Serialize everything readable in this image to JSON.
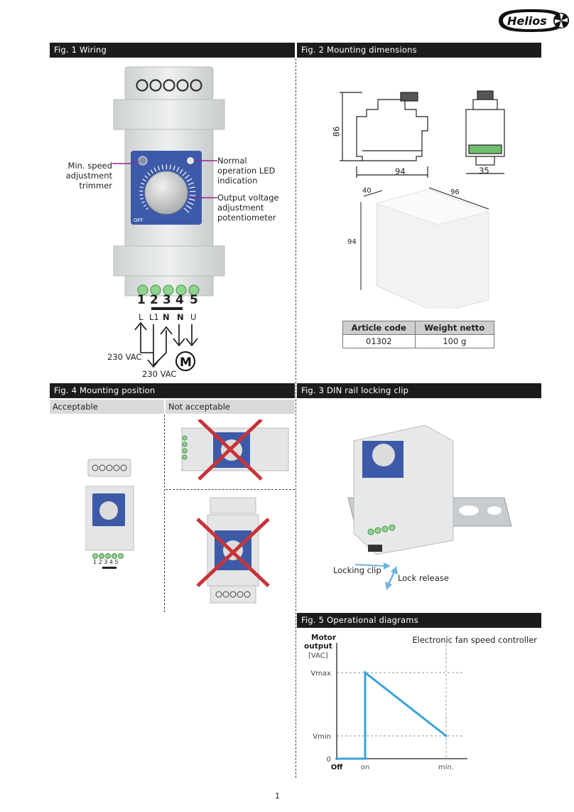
{
  "brand": "Helios",
  "figs": {
    "fig1": "Fig. 1 Wiring",
    "fig2": "Fig. 2 Mounting dimensions",
    "fig3": "Fig. 3 DIN rail locking clip",
    "fig4": "Fig. 4 Mounting position",
    "fig5": "Fig. 5 Operational diagrams"
  },
  "wiring": {
    "min_speed": [
      "Min. speed",
      "adjustment",
      "trimmer"
    ],
    "led": [
      "Normal",
      "operation LED",
      "indication"
    ],
    "pot": [
      "Output voltage",
      "adjustment",
      "potentiometer"
    ],
    "dial_off": "OFF",
    "terminals": [
      "1",
      "2",
      "3",
      "4",
      "5"
    ],
    "terminal_letters": [
      "L",
      "L1",
      "N",
      "N",
      "U"
    ],
    "supply_1": "230 VAC",
    "supply_2": "230 VAC",
    "motor": "M"
  },
  "dimensions": {
    "height": "86",
    "width": "94",
    "depth_side": "35",
    "box_depth": "40",
    "box_width": "96",
    "box_height": "94"
  },
  "spec_table": {
    "headers": [
      "Article code",
      "Weight netto"
    ],
    "rows": [
      [
        "01302",
        "100 g"
      ]
    ]
  },
  "mounting": {
    "acceptable": "Acceptable",
    "not_acceptable": "Not acceptable",
    "terminal_nums": "1 2 3 4 5"
  },
  "din": {
    "locking_clip": "Locking clip",
    "lock_release": "Lock release"
  },
  "chart_data": {
    "type": "line",
    "title": "Electronic fan speed controller",
    "ylabel": "Motor output [VAC]",
    "ylabel_lines": [
      "Motor",
      "output",
      "[VAC]"
    ],
    "y_ticks": [
      "Vmax",
      "Vmin",
      "0"
    ],
    "x_ticks": [
      "Off",
      "on",
      "min."
    ],
    "series": [
      {
        "points": [
          [
            "Off",
            "0"
          ],
          [
            "on",
            "0"
          ],
          [
            "on",
            "Vmax"
          ],
          [
            "min.",
            "Vmin"
          ]
        ]
      }
    ],
    "color": "#3aa3d9"
  },
  "page_number": "1"
}
